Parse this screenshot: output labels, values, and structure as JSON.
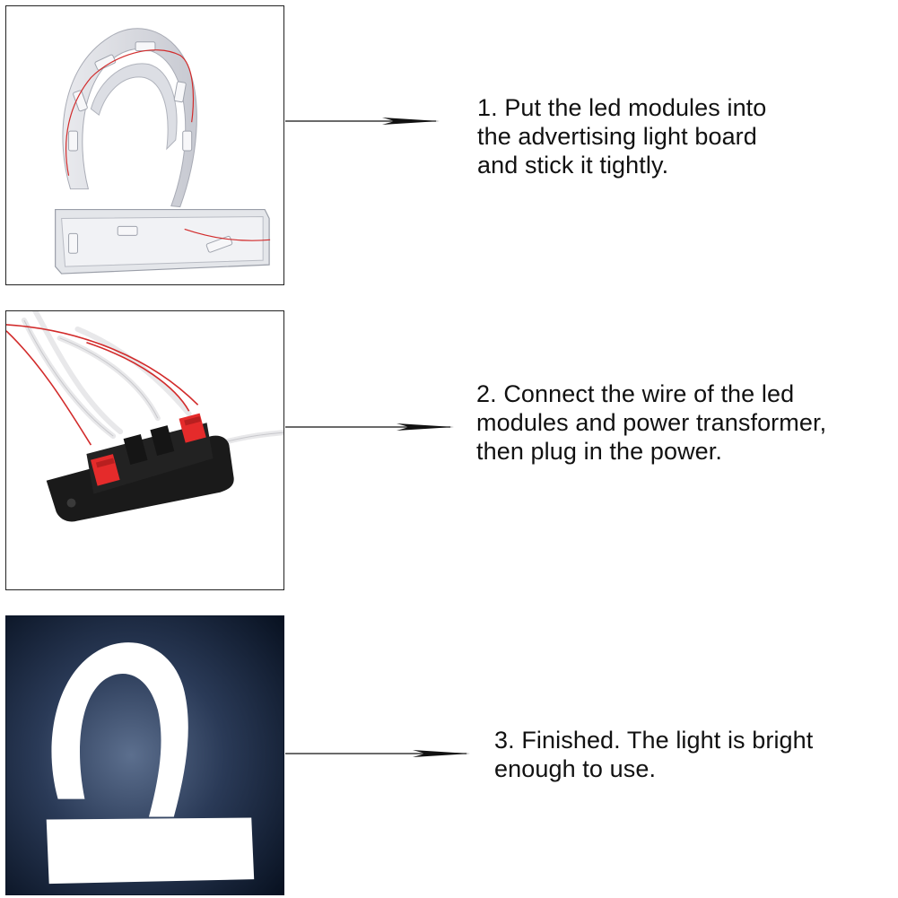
{
  "steps": [
    {
      "lines": [
        "1. Put the led modules into",
        "the advertising light board",
        "and stick it tightly."
      ],
      "photo_icon": "led-letter-channel-icon"
    },
    {
      "lines": [
        "2. Connect the wire of the led",
        "modules and power transformer,",
        "then plug in the power."
      ],
      "photo_icon": "wire-terminal-block-icon"
    },
    {
      "lines": [
        "3. Finished. The light is bright",
        "enough to use."
      ],
      "photo_icon": "illuminated-letter-icon"
    }
  ],
  "colors": {
    "text": "#111111",
    "frame": "#222222",
    "wire_red": "#d22b2b",
    "terminal_red": "#e52b2b",
    "terminal_black": "#1a1a1a",
    "night_background": "#0e1c33"
  }
}
